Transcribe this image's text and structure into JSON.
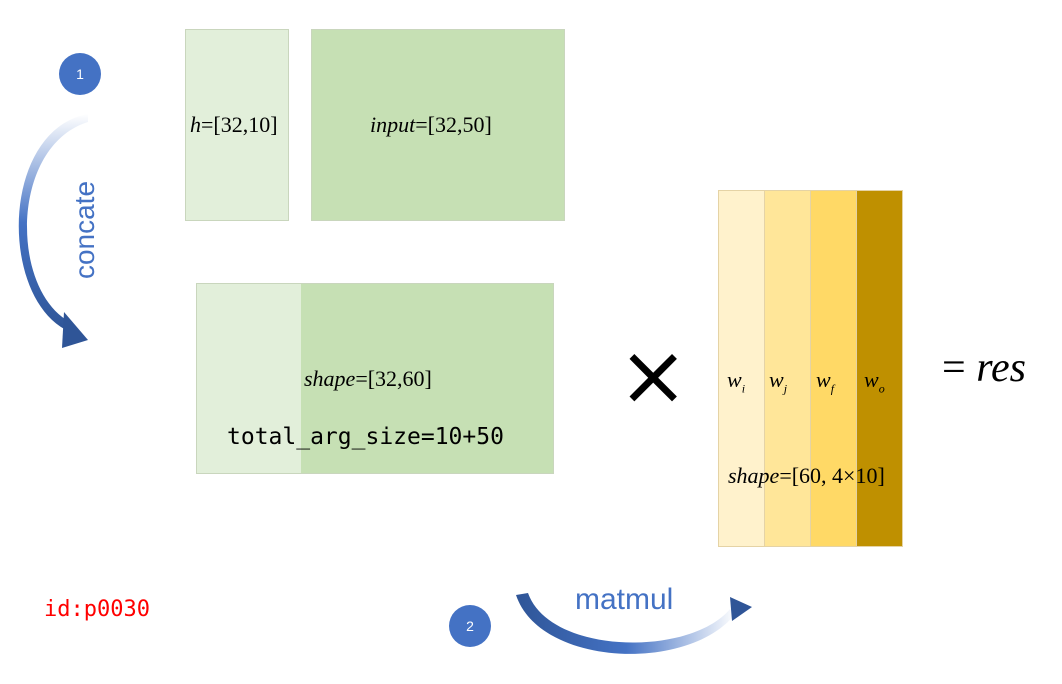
{
  "step1": {
    "badge": "1",
    "label": "concate"
  },
  "step2": {
    "badge": "2",
    "label": "matmul"
  },
  "h_block": {
    "var": "h",
    "shape": "=[32,10]"
  },
  "input_block": {
    "var": "input",
    "shape": "=[32,50]"
  },
  "concat_block": {
    "var": "shape",
    "shape": "=[32,60]",
    "size_note": "total_arg_size=10+50"
  },
  "weights": {
    "cols": [
      {
        "base": "w",
        "sub": "i"
      },
      {
        "base": "w",
        "sub": "j"
      },
      {
        "base": "w",
        "sub": "f"
      },
      {
        "base": "w",
        "sub": "o"
      }
    ],
    "var": "shape",
    "shape": "=[60, 4×10]",
    "colors": [
      "#fff2cc",
      "#ffe699",
      "#ffd966",
      "#bf9000"
    ]
  },
  "operator": "×",
  "result": {
    "eq": "=",
    "name": "res"
  },
  "id_label": "id:p0030",
  "colors": {
    "light_green": "#e2efda",
    "green": "#c6e0b4",
    "accent_blue": "#4472c4",
    "arrow_blue": "#2f5597",
    "id_red": "#ff0000"
  }
}
